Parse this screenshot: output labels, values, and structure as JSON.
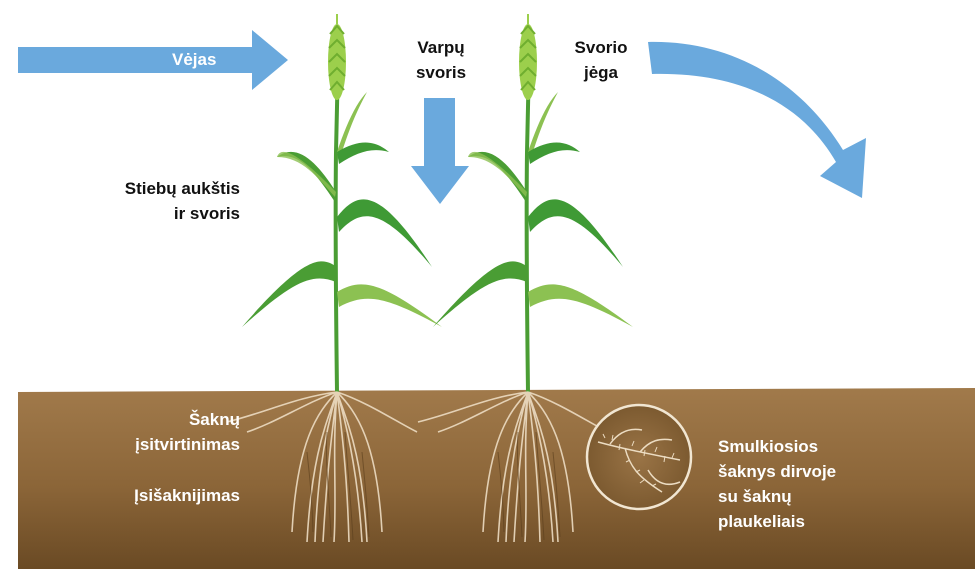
{
  "labels": {
    "wind": "Vėjas",
    "ear_weight_line1": "Varpų",
    "ear_weight_line2": "svoris",
    "gravity_line1": "Svorio",
    "gravity_line2": "jėga",
    "stem_line1": "Stiebų aukštis",
    "stem_line2": "ir svoris",
    "anchorage_line1": "Šaknų",
    "anchorage_line2": "įsitvirtinimas",
    "rooting": "Įsišaknijimas",
    "fine_roots_line1": "Smulkiosios",
    "fine_roots_line2": "šaknys dirvoje",
    "fine_roots_line3": "su šaknų",
    "fine_roots_line4": "plaukeliais"
  },
  "colors": {
    "arrow": "#6aa9dd",
    "soil_top": "#a17a4b",
    "soil_bottom": "#6a4a24",
    "leaf_dark": "#3f9a35",
    "leaf_light": "#8cc152",
    "ear": "#9ccf4c",
    "root": "#ecdcc2",
    "label_dark": "#111111",
    "label_light": "#ffffff"
  }
}
